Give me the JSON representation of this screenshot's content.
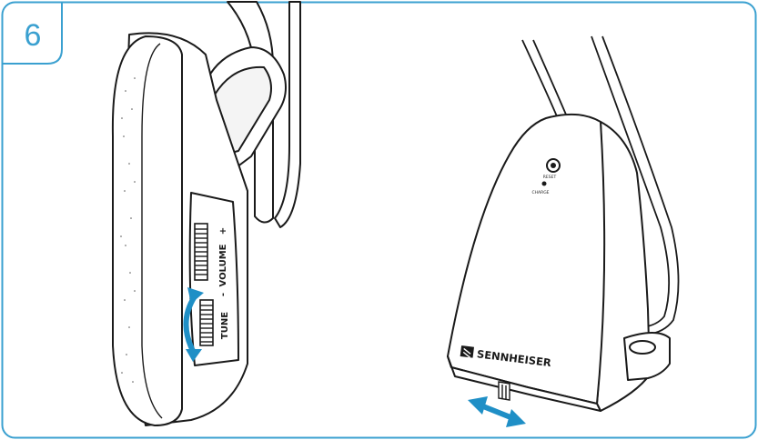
{
  "step": {
    "number": "6"
  },
  "headphone": {
    "volume_label": "VOLUME",
    "volume_minus": "-",
    "volume_plus": "+",
    "tune_label": "TUNE"
  },
  "transmitter": {
    "reset_label": "RESET",
    "charge_label": "CHARGE",
    "brand": "SENNHEISER"
  },
  "colors": {
    "frame": "#3aa0d0",
    "arrow": "#1f8fc6",
    "line": "#1a1a1a"
  }
}
